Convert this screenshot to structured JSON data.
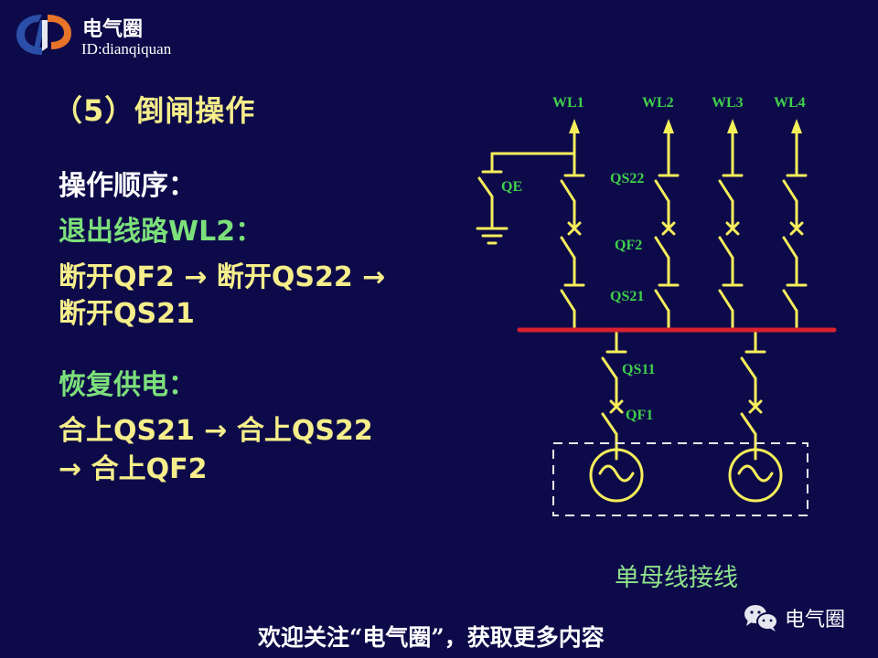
{
  "header": {
    "brand_name": "电气圈",
    "brand_id": "ID:dianqiquan",
    "logo_colors": {
      "blue": "#2b4fa8",
      "orange": "#e8742a"
    }
  },
  "slide": {
    "title": "（5）倒闸操作",
    "sequence_label": "操作顺序：",
    "exit_label": "退出线路WL2：",
    "exit_steps_line1": "断开QF2 → 断开QS22 →",
    "exit_steps_line2": "断开QS21",
    "restore_label": "恢复供电：",
    "restore_steps_line1": "合上QS21 → 合上QS22",
    "restore_steps_line2": "→ 合上QF2"
  },
  "diagram": {
    "lines": [
      "WL1",
      "WL2",
      "WL3",
      "WL4"
    ],
    "labels": {
      "qe": "QE",
      "qs22": "QS22",
      "qf2": "QF2",
      "qs21": "QS21",
      "qs11": "QS11",
      "qf1": "QF1"
    },
    "caption": "单母线接线",
    "colors": {
      "wire": "#f5ee5a",
      "bus": "#d8202e",
      "label": "#3fd04a",
      "box": "#e8e8e8"
    }
  },
  "footer": {
    "text": "欢迎关注“电气圈”，获取更多内容",
    "wechat_label": "电气圈"
  }
}
